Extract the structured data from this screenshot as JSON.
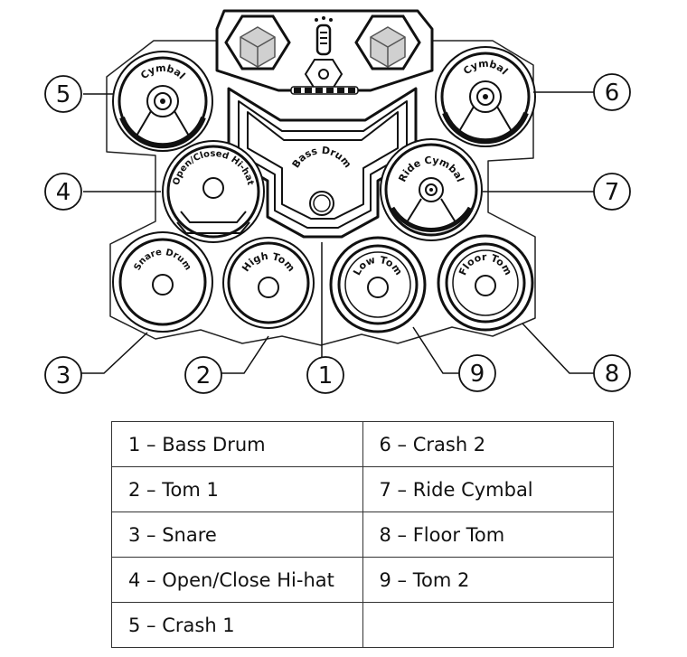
{
  "diagram": {
    "pads": [
      {
        "id": "bass",
        "label": "Bass Drum",
        "callout": "1"
      },
      {
        "id": "tom1",
        "label": "High Tom",
        "callout": "2"
      },
      {
        "id": "snare",
        "label": "Snare Drum",
        "callout": "3"
      },
      {
        "id": "hihat",
        "label": "Open/Closed Hi-hat",
        "callout": "4"
      },
      {
        "id": "crash1",
        "label": "Cymbal",
        "callout": "5"
      },
      {
        "id": "crash2",
        "label": "Cymbal",
        "callout": "6"
      },
      {
        "id": "ride",
        "label": "Ride Cymbal",
        "callout": "7"
      },
      {
        "id": "floor",
        "label": "Floor Tom",
        "callout": "8"
      },
      {
        "id": "tom2",
        "label": "Low Tom",
        "callout": "9"
      }
    ],
    "control_panel_icons": [
      "speaker-icon",
      "volume-slider-icon",
      "control-buttons-icon",
      "speaker-icon"
    ]
  },
  "legend": {
    "rows": [
      [
        "1 – Bass Drum",
        "6 – Crash 2"
      ],
      [
        "2 – Tom 1",
        "7 – Ride Cymbal"
      ],
      [
        "3 – Snare",
        "8 – Floor Tom"
      ],
      [
        "4 – Open/Close Hi-hat",
        "9 – Tom 2"
      ],
      [
        "5 – Crash 1",
        ""
      ]
    ]
  }
}
